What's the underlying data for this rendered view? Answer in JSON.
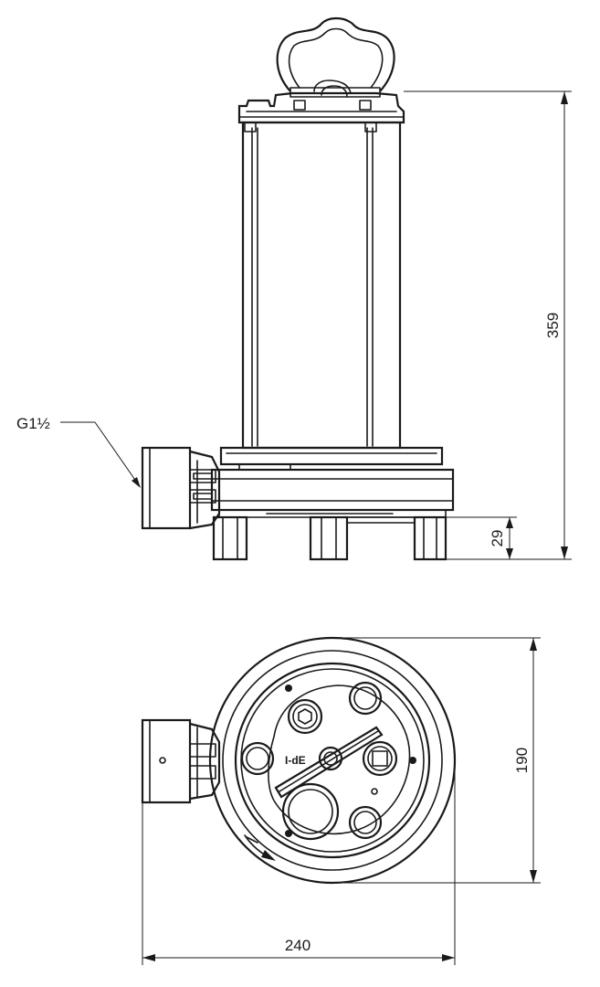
{
  "labels": {
    "thread_size": "G1½",
    "height_total": "359",
    "foot_height": "29",
    "base_depth": "190",
    "overall_width": "240",
    "engraving": "I-dE"
  }
}
